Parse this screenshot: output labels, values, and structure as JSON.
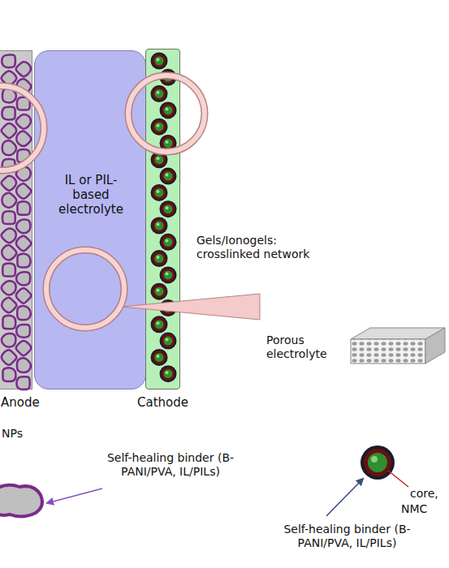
{
  "diagram": {
    "nodes": [
      {
        "text": [
          "Anode"
        ]
      },
      {
        "text": [
          "IL or PIL-based electrolyte"
        ]
      },
      {
        "text": [
          "Cathode"
        ]
      }
    ],
    "labels": [
      "Gels/Ionogels: crosslinked network",
      "Porous electrolyte",
      "NPs",
      "Self-healing binder (B-PANI/PVA, IL/PILs)",
      "core,",
      "NMC",
      "Self-healing binder (B-PANI/PVA, IL/PILs)"
    ]
  }
}
